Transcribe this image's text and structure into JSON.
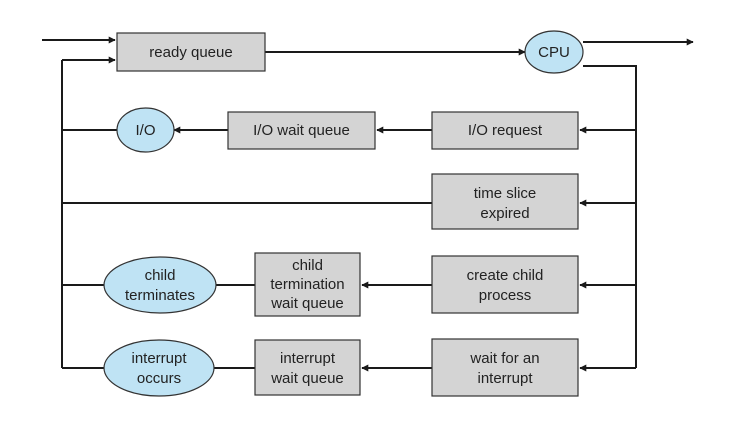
{
  "nodes": {
    "ready_queue": "ready queue",
    "cpu": "CPU",
    "io": "I/O",
    "io_wait_queue": "I/O wait queue",
    "io_request": "I/O request",
    "time_slice": [
      "time slice",
      "expired"
    ],
    "child_terminates": [
      "child",
      "terminates"
    ],
    "child_termination_wait_queue": [
      "child",
      "termination",
      "wait queue"
    ],
    "create_child_process": [
      "create child",
      "process"
    ],
    "interrupt_occurs": [
      "interrupt",
      "occurs"
    ],
    "interrupt_wait_queue": [
      "interrupt",
      "wait queue"
    ],
    "wait_for_interrupt": [
      "wait for an",
      "interrupt"
    ]
  },
  "colors": {
    "box_fill": "#d4d4d4",
    "oval_fill": "#bfe3f4",
    "line": "#1a1a1a"
  }
}
